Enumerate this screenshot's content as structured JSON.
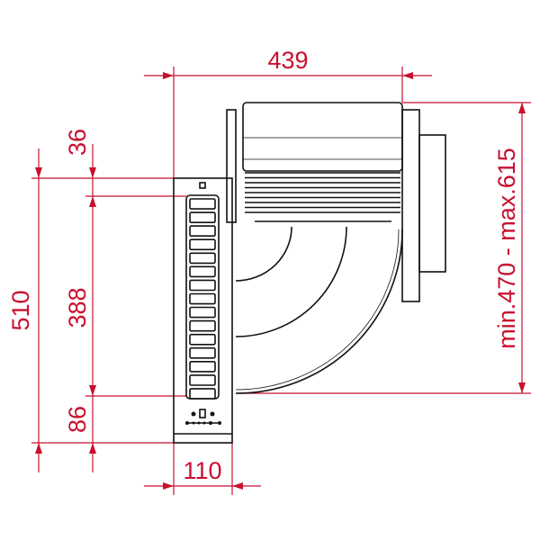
{
  "dimensions": {
    "width_top": "439",
    "total_height": "510",
    "top_offset": "36",
    "grille_height": "388",
    "bottom_offset": "86",
    "panel_width": "110",
    "height_range": "min.470 - max.615"
  },
  "colors": {
    "dimension": "#c8102e",
    "line": "#111111"
  },
  "grille_slots": 15
}
